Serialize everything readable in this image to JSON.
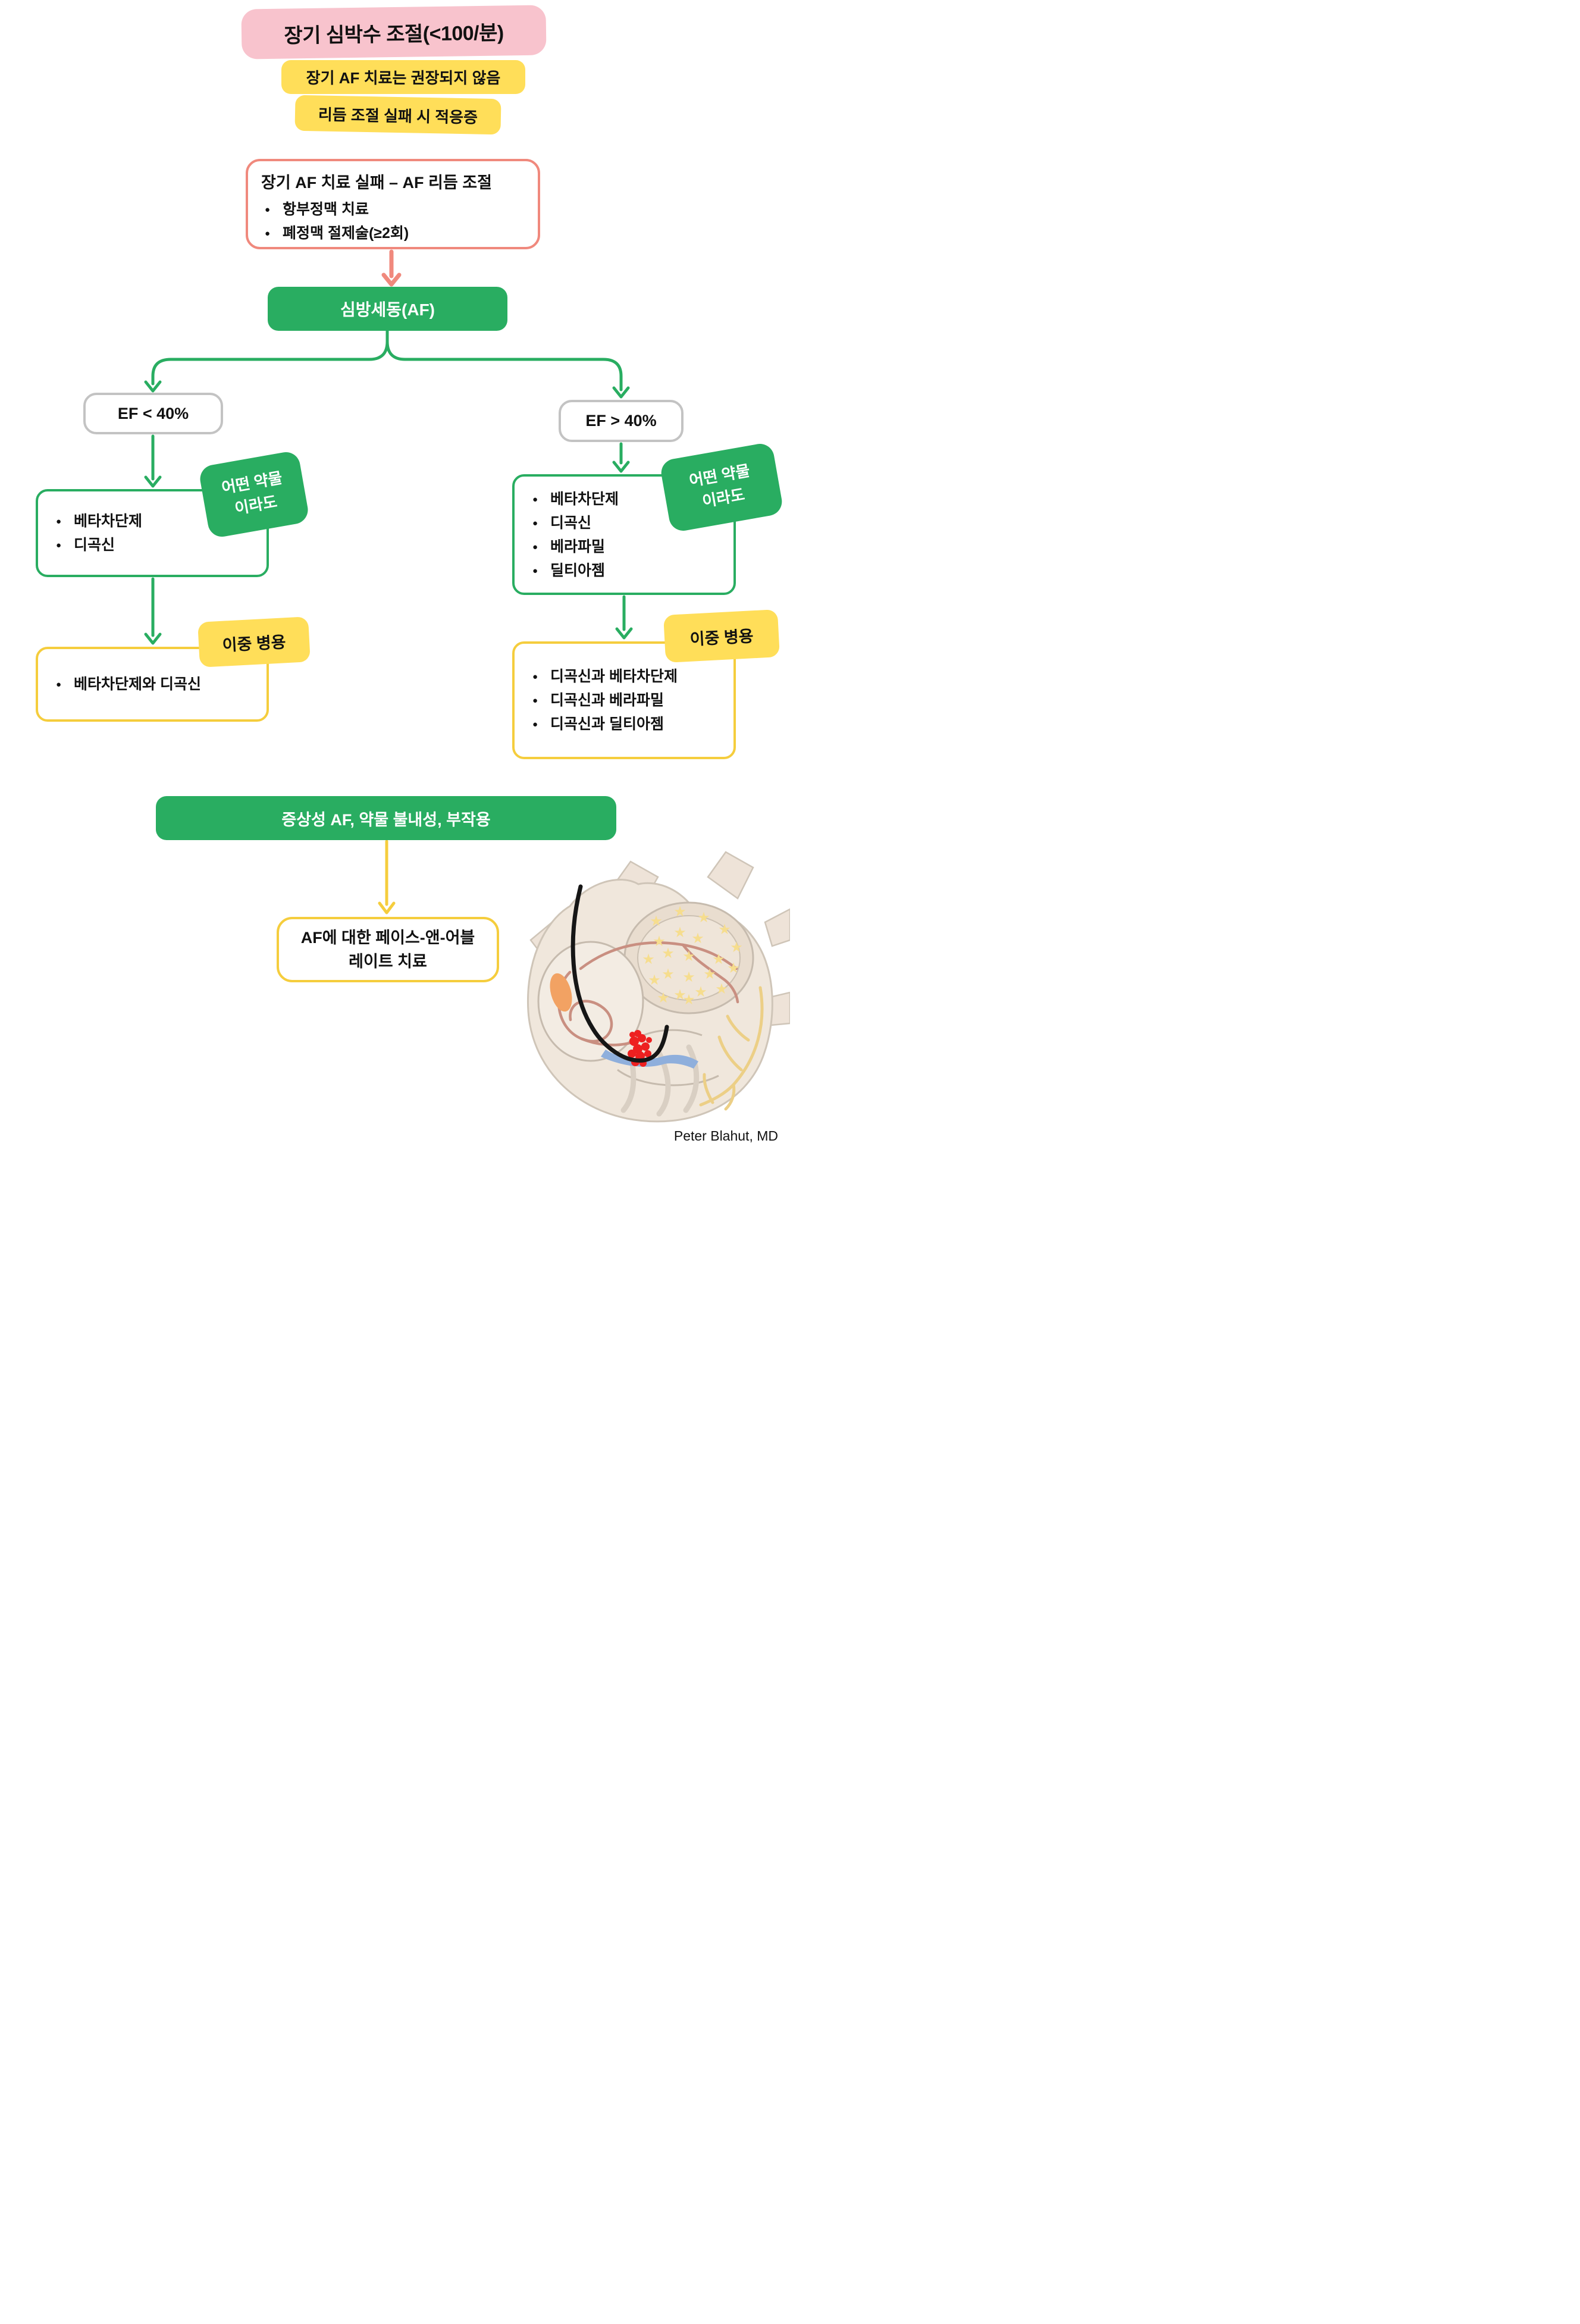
{
  "page": {
    "title": "장기 심박수 조절(<100/분)",
    "subtitle1": "장기 AF 치료는 권장되지 않음",
    "subtitle2": "리듬 조절 실패 시 적응증",
    "signature": "Peter Blahut, MD"
  },
  "colors": {
    "green": "#29ad61",
    "pink_highlight": "#f8c3cd",
    "yellow_highlight": "#ffde59",
    "salmon": "#f0897d",
    "gray_border": "#c3c3c3",
    "yellow_border": "#f5cd3d",
    "red_ablation": "#ee2020",
    "black_catheter": "#161616"
  },
  "failure_box": {
    "title": "장기 AF 치료 실패 – AF 리듬 조절",
    "items": [
      "항부정맥 치료",
      "폐정맥 절제술(≥2회)"
    ]
  },
  "af_box": {
    "label": "심방세동(AF)"
  },
  "left_branch": {
    "condition": "EF < 40%",
    "any_drug_badge": [
      "어떤 약물",
      "이라도"
    ],
    "drugs": [
      "베타차단제",
      "디곡신"
    ],
    "dual_badge": "이중 병용",
    "dual_drugs": [
      "베타차단제와 디곡신"
    ]
  },
  "right_branch": {
    "condition": "EF > 40%",
    "any_drug_badge": [
      "어떤 약물",
      "이라도"
    ],
    "drugs": [
      "베타차단제",
      "디곡신",
      "베라파밀",
      "딜티아젬"
    ],
    "dual_badge": "이중 병용",
    "dual_drugs": [
      "디곡신과 베타차단제",
      "디곡신과 베라파밀",
      "디곡신과 딜티아젬"
    ]
  },
  "banner": {
    "label": "증상성 AF, 약물 불내성, 부작용"
  },
  "final_box": {
    "lines": [
      "AF에 대한 페이스-앤-어블",
      "레이트 치료"
    ]
  }
}
